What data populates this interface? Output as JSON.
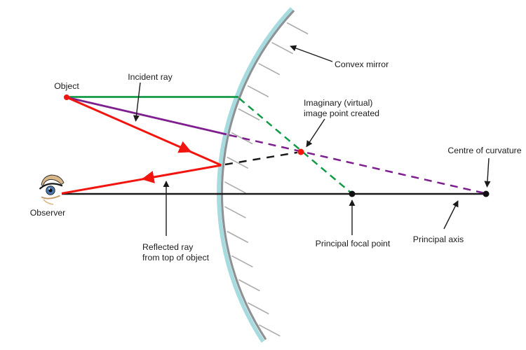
{
  "diagram": {
    "labels": {
      "object": "Object",
      "incident_ray": "Incident ray",
      "convex_mirror": "Convex mirror",
      "imaginary_line1": "Imaginary (virtual)",
      "imaginary_line2": "image point created",
      "centre_of_curvature": "Centre of curvature",
      "principal_focal_point": "Principal focal point",
      "principal_axis": "Principal axis",
      "reflected_line1": "Reflected ray",
      "reflected_line2": "from top of object",
      "observer": "Observer"
    },
    "colors": {
      "ray_green": "#129a47",
      "ray_purple": "#7d1f8e",
      "ray_red": "#f2140f",
      "line_black": "#1a1a1a",
      "mirror_glass": "#a6dbe0",
      "mirror_back": "#8f9294",
      "hatch_gray": "#acacac",
      "dot_red": "#f2140f",
      "dot_black": "#111111"
    }
  }
}
